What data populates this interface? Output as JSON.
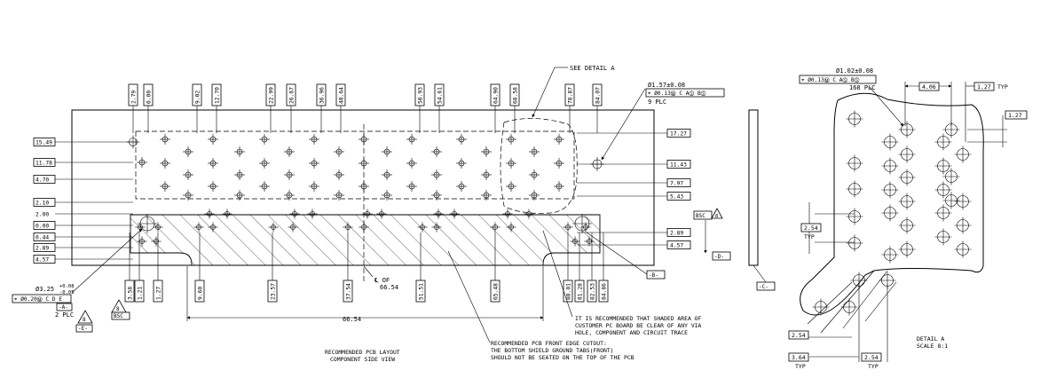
{
  "main_view": {
    "top_dims": [
      "2.79",
      "0.00",
      "9.02",
      "12.70",
      "22.99",
      "26.67",
      "36.96",
      "40.64",
      "50.93",
      "54.61",
      "64.90",
      "68.58",
      "78.87",
      "84.07"
    ],
    "left_dims": [
      "15.49",
      "11.78",
      "4.70",
      "2.10",
      "2.00",
      "0.00",
      "0.44",
      "2.89",
      "4.57"
    ],
    "right_dims": [
      "17.27",
      "11.43",
      "7.97",
      "5.43",
      "2.89",
      "4.57"
    ],
    "bottom_dims": [
      "3.58",
      "1.21",
      "1.27",
      "9.60",
      "23.57",
      "37.54",
      "51.51",
      "65.48",
      "80.01",
      "81.28",
      "82.53",
      "84.86"
    ],
    "overall_dim": "66.54",
    "see_detail": "SEE DETAIL  A",
    "hole_callout_dia": "Ø1.57±0.08",
    "hole_callout_frame": "⌖ Ø0.13Ⓜ C AⓈ BⓈ",
    "hole_callout_qty": "9 PLC",
    "small_callout_dia": "Ø3.25",
    "small_callout_tol_plus": "+0.08",
    "small_callout_tol_minus": "-0.05",
    "small_callout_frame": "⌖ Ø0.20Ⓜ C D E",
    "small_callout_datum": "-A-",
    "small_callout_qty": "2 PLC",
    "centerline_label": "℄ OF",
    "centerline_value": "66.54",
    "bsc_label": "BSC",
    "flag_number": "8",
    "datum_b": "-B-",
    "datum_d": "-D-",
    "datum_c": "-C-",
    "datum_e": "-E-",
    "note_shaded": [
      "IT IS RECOMMENDED THAT SHADED AREA OF",
      "CUSTOMER PC BOARD BE CLEAR OF ANY VIA",
      "HOLE, COMPONENT AND CIRCUIT TRACE"
    ],
    "note_front_edge": [
      "RECOMMENDED PCB FRONT EDGE CUTOUT:",
      "THE BOTTOM SHIELD GROUND TABS(FRONT)",
      "SHOULD NOT BE SEATED ON THE TOP OF THE PCB"
    ],
    "caption": [
      "RECOMMENDED PCB LAYOUT",
      "COMPONENT SIDE VIEW"
    ]
  },
  "detail_view": {
    "hole_dia": "Ø1.02±0.08",
    "hole_frame": "⌖ Ø0.13Ⓜ C AⓈ BⓈ",
    "hole_qty": "168 PLC",
    "dim_406": "4.06",
    "dim_127": "1.27",
    "dim_127_side": "1.27",
    "typ": "TYP",
    "dim_254_left": "2.54",
    "dim_254_bottom": "2.54",
    "dim_364": "3.64",
    "dim_254_bottom_right": "2.54",
    "title": "DETAIL  A",
    "scale": "SCALE  8:1"
  }
}
